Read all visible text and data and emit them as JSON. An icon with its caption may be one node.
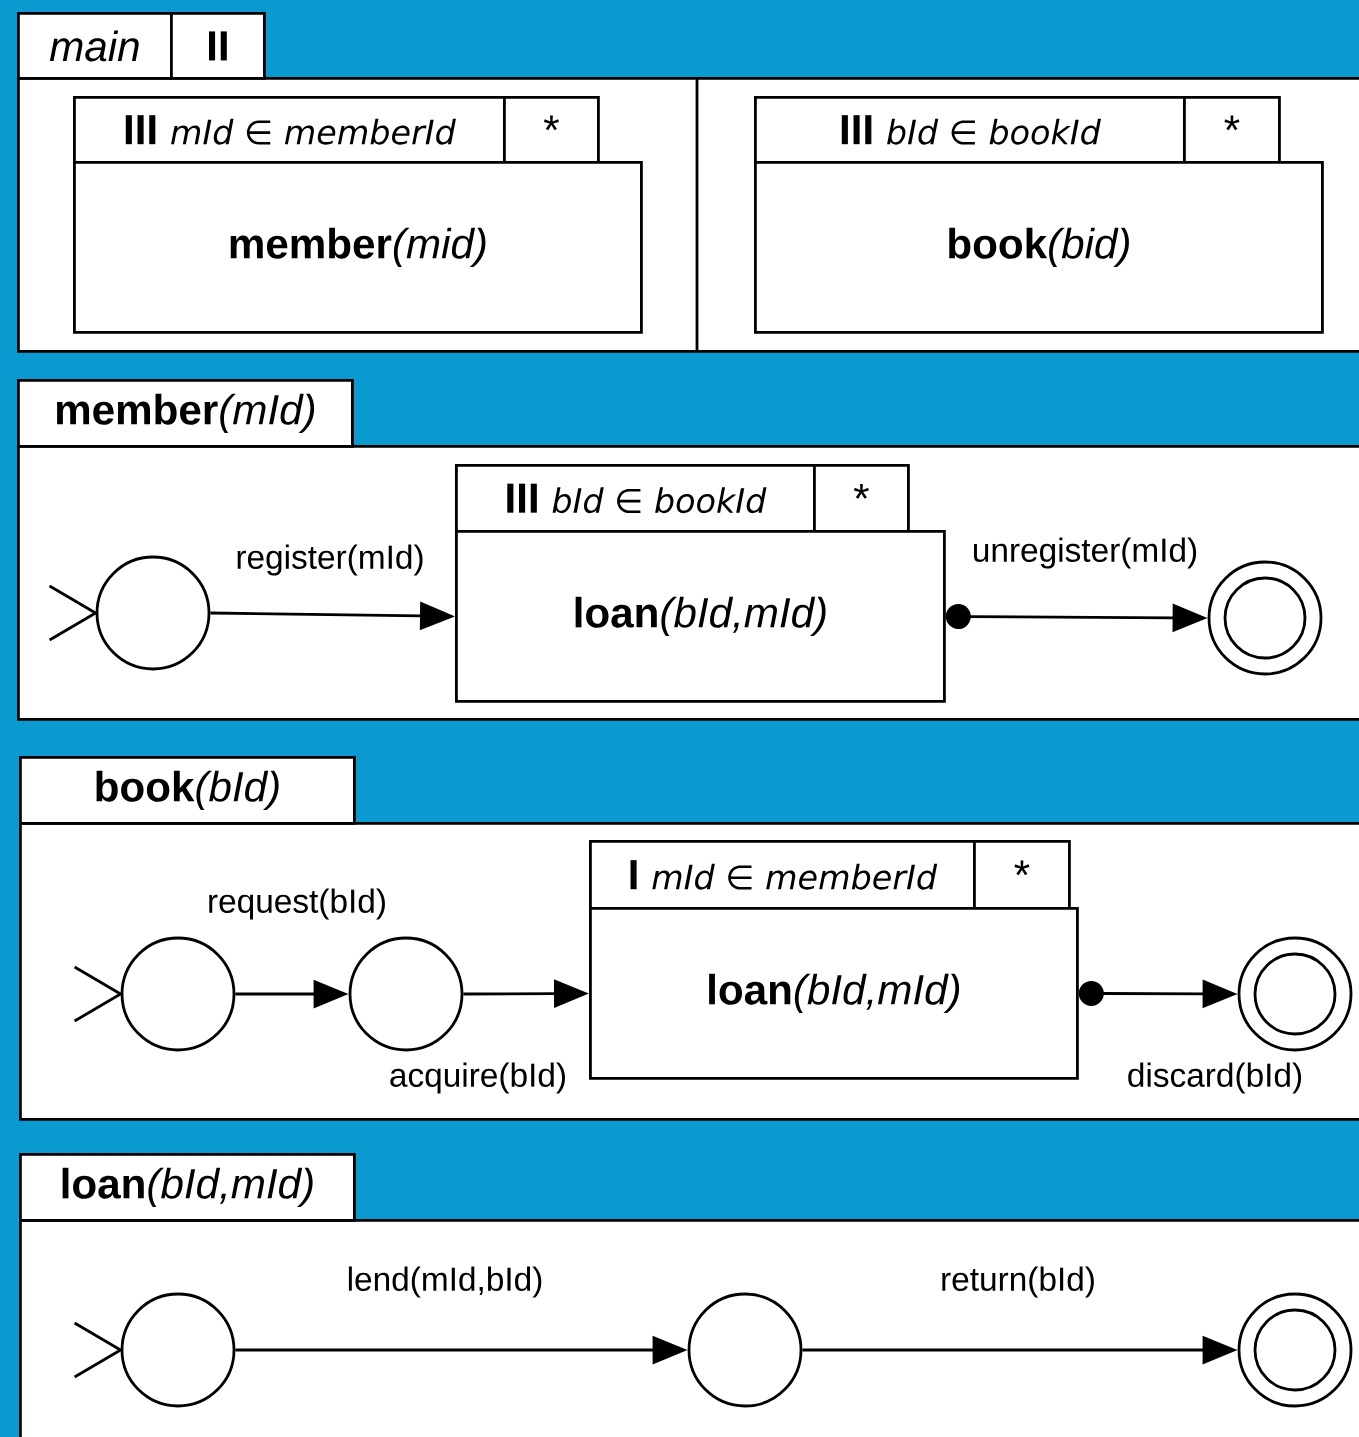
{
  "diagram": {
    "nodes": [
      {
        "text": [
          "main",
          "II"
        ]
      },
      {
        "text": [
          "III",
          "mId ∈ memberId",
          "*",
          "member",
          "(mid)"
        ],
        "in": 0
      },
      {
        "text": [
          "III",
          "bId ∈ bookId",
          "*",
          "book",
          "(bid)"
        ],
        "in": 0
      },
      {
        "text": [
          "member",
          "(mId)"
        ]
      },
      {
        "text": [],
        "shape": "circle",
        "in": 3
      },
      {
        "text": [
          "III",
          "bId ∈ bookId",
          "*",
          "loan",
          "(bId,mId)"
        ],
        "in": 3
      },
      {
        "text": [],
        "shape": "circle",
        "in": 3
      },
      {
        "text": [
          "book",
          "(bId)"
        ]
      },
      {
        "text": [],
        "shape": "circle",
        "in": 7
      },
      {
        "text": [],
        "shape": "circle",
        "in": 7
      },
      {
        "text": [
          "I",
          "mId ∈ memberId",
          "*",
          "loan",
          "(bId,mId)"
        ],
        "in": 7
      },
      {
        "text": [],
        "shape": "circle",
        "in": 7
      },
      {
        "text": [
          "loan",
          "(bId,mId)"
        ]
      },
      {
        "text": [],
        "shape": "circle",
        "in": 12
      },
      {
        "text": [],
        "shape": "circle",
        "in": 12
      },
      {
        "text": [],
        "shape": "circle",
        "in": 12
      }
    ],
    "edges": [
      {
        "from": null,
        "to": 4,
        "arrow": "to"
      },
      {
        "from": 4,
        "to": 5,
        "arrow": "to",
        "label": "register(mId)"
      },
      {
        "from": 5,
        "to": 6,
        "arrow": "to",
        "label": "unregister(mId)"
      },
      {
        "from": null,
        "to": 8,
        "arrow": "to"
      },
      {
        "from": 8,
        "to": 9,
        "arrow": "to",
        "label": "request(bId)"
      },
      {
        "from": 9,
        "to": 10,
        "arrow": "to",
        "label": "acquire(bId)"
      },
      {
        "from": 10,
        "to": 11,
        "arrow": "to",
        "label": "discard(bId)"
      },
      {
        "from": null,
        "to": 13,
        "arrow": "to"
      },
      {
        "from": 13,
        "to": 14,
        "arrow": "to",
        "label": "lend(mId,bId)"
      },
      {
        "from": 14,
        "to": 15,
        "arrow": "to",
        "label": "return(bId)"
      }
    ]
  }
}
